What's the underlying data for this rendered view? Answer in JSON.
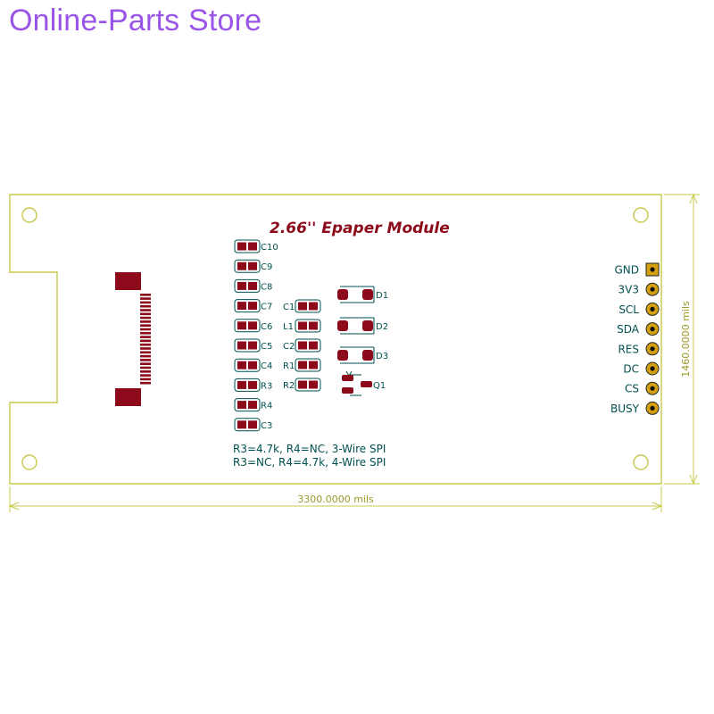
{
  "header": {
    "store_name": "Online-Parts Store"
  },
  "board": {
    "title": "2.66'' Epaper Module",
    "width_label": "3300.0000 mils",
    "height_label": "1460.0000 mils",
    "left_components": [
      "C10",
      "C9",
      "C8",
      "C7",
      "C6",
      "C5",
      "C4",
      "R3",
      "R4",
      "C3"
    ],
    "mid_components": [
      "C1",
      "L1",
      "C2",
      "R1",
      "R2"
    ],
    "diodes": [
      "D1",
      "D2",
      "D3"
    ],
    "transistor": "Q1",
    "pins": [
      "GND",
      "3V3",
      "SCL",
      "SDA",
      "RES",
      "DC",
      "CS",
      "BUSY"
    ],
    "notes": [
      "R3=4.7k, R4=NC, 3-Wire SPI",
      "R3=NC, R4=4.7k, 4-Wire SPI"
    ]
  },
  "colors": {
    "outline": "#c8c84a",
    "pad": "#8c0a1a",
    "silk": "#004f4f",
    "title": "#8c0a1a",
    "store": "#9a55e8"
  }
}
